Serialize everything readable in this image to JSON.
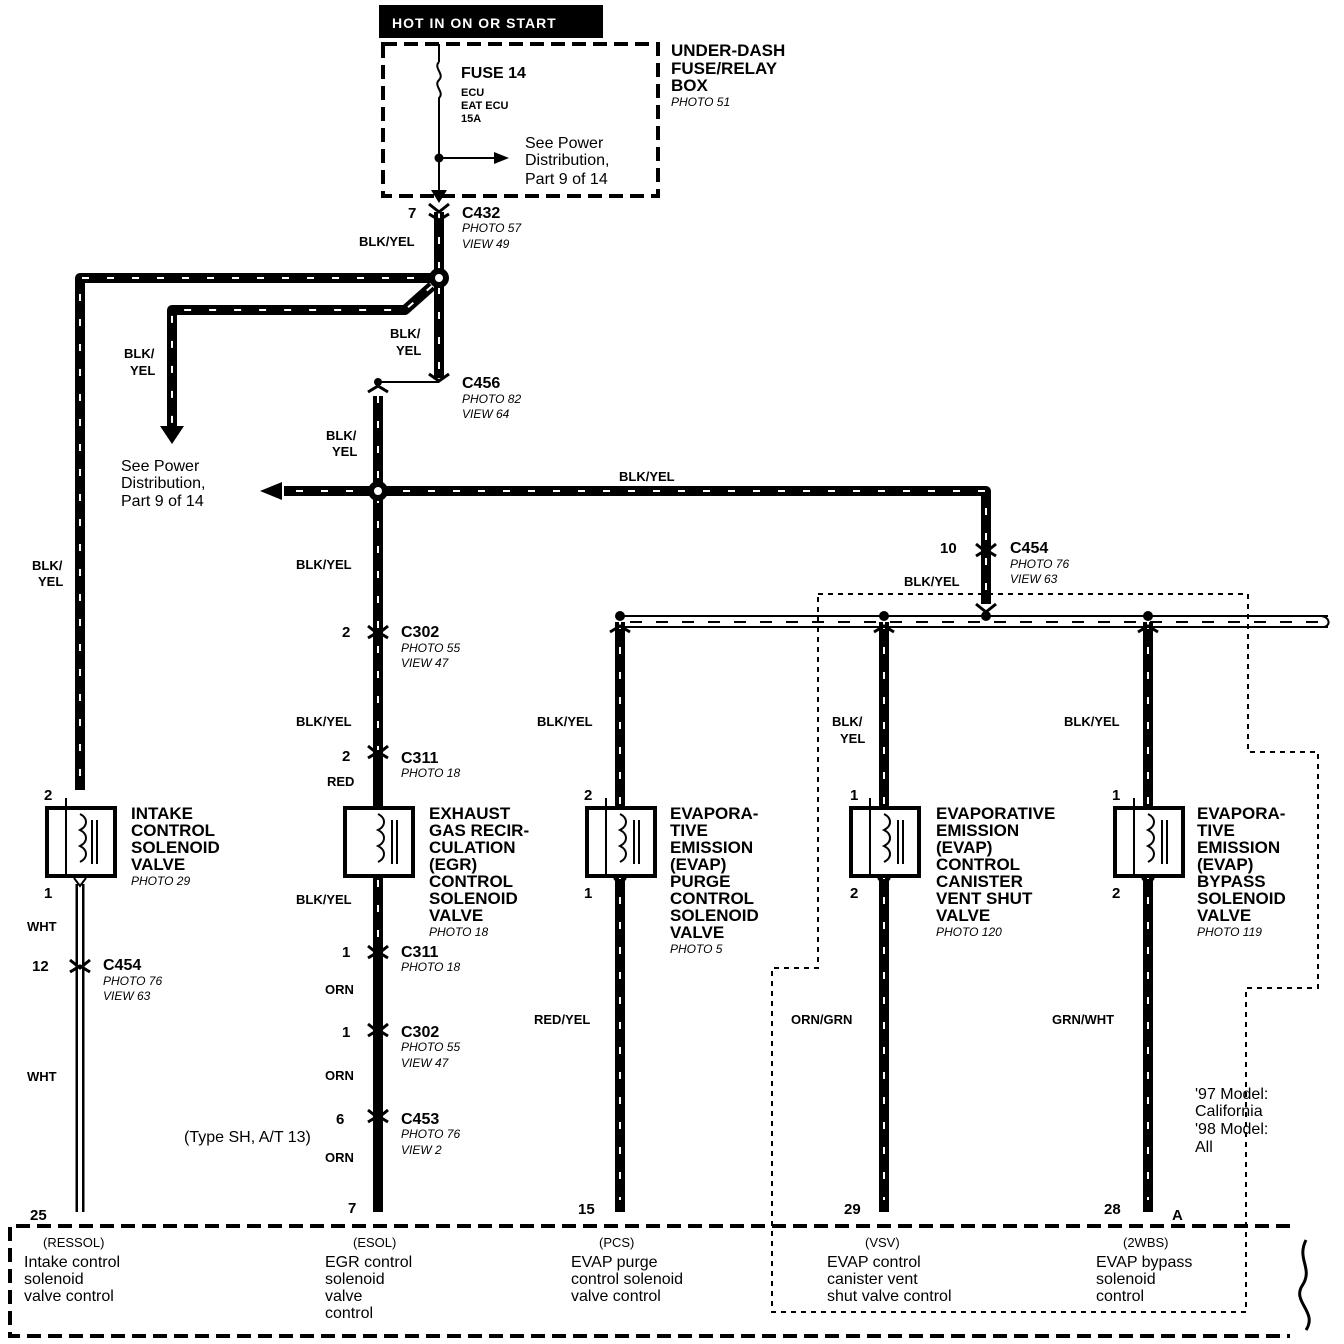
{
  "header": {
    "hot_label": "HOT IN ON OR START"
  },
  "fuse_box": {
    "title": [
      "UNDER-DASH",
      "FUSE/RELAY",
      "BOX"
    ],
    "photo": "PHOTO 51",
    "fuse_name": "FUSE 14",
    "fuse_detail": [
      "ECU",
      "EAT ECU",
      "15A"
    ],
    "ref": [
      "See Power",
      "Distribution,",
      "Part 9 of 14"
    ]
  },
  "left_ref": [
    "See Power",
    "Distribution,",
    "Part 9 of 14"
  ],
  "connectors": [
    {
      "id": "c432",
      "pin": "7",
      "name": "C432",
      "photo": "PHOTO 57",
      "view": "VIEW 49"
    },
    {
      "id": "c456",
      "pin": "",
      "name": "C456",
      "photo": "PHOTO 82",
      "view": "VIEW 64"
    },
    {
      "id": "c454a",
      "pin": "10",
      "name": "C454",
      "photo": "PHOTO 76",
      "view": "VIEW 63"
    },
    {
      "id": "c454b",
      "pin": "12",
      "name": "C454",
      "photo": "PHOTO 76",
      "view": "VIEW 63"
    },
    {
      "id": "c302a",
      "pin": "2",
      "name": "C302",
      "photo": "PHOTO 55",
      "view": "VIEW 47"
    },
    {
      "id": "c311a",
      "pin": "2",
      "name": "C311",
      "photo": "PHOTO 18",
      "view": ""
    },
    {
      "id": "c311b",
      "pin": "1",
      "name": "C311",
      "photo": "PHOTO 18",
      "view": ""
    },
    {
      "id": "c302b",
      "pin": "1",
      "name": "C302",
      "photo": "PHOTO 55",
      "view": "VIEW 47"
    },
    {
      "id": "c453",
      "pin": "6",
      "name": "C453",
      "photo": "PHOTO 76",
      "view": "VIEW 2"
    }
  ],
  "c453_note": "(Type SH, A/T 13)",
  "wire_labels": {
    "blkyel": "BLK/YEL",
    "blk": "BLK/",
    "yel": "YEL",
    "red": "RED",
    "wht": "WHT",
    "orn": "ORN",
    "redyel": "RED/YEL",
    "orngrn": "ORN/GRN",
    "grnwht": "GRN/WHT"
  },
  "components": [
    {
      "id": "intake",
      "pin_top": "2",
      "pin_bottom": "1",
      "title": [
        "INTAKE",
        "CONTROL",
        "SOLENOID",
        "VALVE"
      ],
      "photo": "PHOTO 29"
    },
    {
      "id": "egr",
      "pin_top": "",
      "pin_bottom": "",
      "title": [
        "EXHAUST",
        "GAS  RECIR-",
        "CULATION",
        "(EGR)",
        "CONTROL",
        "SOLENOID",
        "VALVE"
      ],
      "photo": "PHOTO 18"
    },
    {
      "id": "purge",
      "pin_top": "2",
      "pin_bottom": "1",
      "title": [
        "EVAPORA-",
        "TIVE",
        "EMISSION",
        "(EVAP)",
        "PURGE",
        "CONTROL",
        "SOLENOID",
        "VALVE"
      ],
      "photo": "PHOTO 5"
    },
    {
      "id": "vent",
      "pin_top": "1",
      "pin_bottom": "2",
      "title": [
        "EVAPORATIVE",
        "EMISSION",
        "(EVAP)",
        "CONTROL",
        "CANISTER",
        "VENT SHUT",
        "VALVE"
      ],
      "photo": "PHOTO 120"
    },
    {
      "id": "bypass",
      "pin_top": "1",
      "pin_bottom": "2",
      "title": [
        "EVAPORA-",
        "TIVE",
        "EMISSION",
        "(EVAP)",
        "BYPASS",
        "SOLENOID",
        "VALVE"
      ],
      "photo": "PHOTO 119"
    }
  ],
  "model_note": [
    "'97 Model:",
    "California",
    "'98 Model:",
    "All"
  ],
  "ecu_terminals": [
    {
      "pin": "25",
      "signal": "(RESSOL)",
      "label": [
        "Intake control",
        "solenoid",
        "valve control"
      ]
    },
    {
      "pin": "7",
      "signal": "(ESOL)",
      "label": [
        "EGR control",
        "solenoid",
        "valve",
        "control"
      ]
    },
    {
      "pin": "15",
      "signal": "(PCS)",
      "label": [
        "EVAP purge",
        "control solenoid",
        "valve control"
      ]
    },
    {
      "pin": "29",
      "signal": "(VSV)",
      "label": [
        "EVAP control",
        "canister vent",
        "shut valve control"
      ]
    },
    {
      "pin": "28",
      "signal": "(2WBS)",
      "label": [
        "EVAP bypass",
        "solenoid",
        "control"
      ]
    }
  ],
  "ecu_extra_pin": "A"
}
